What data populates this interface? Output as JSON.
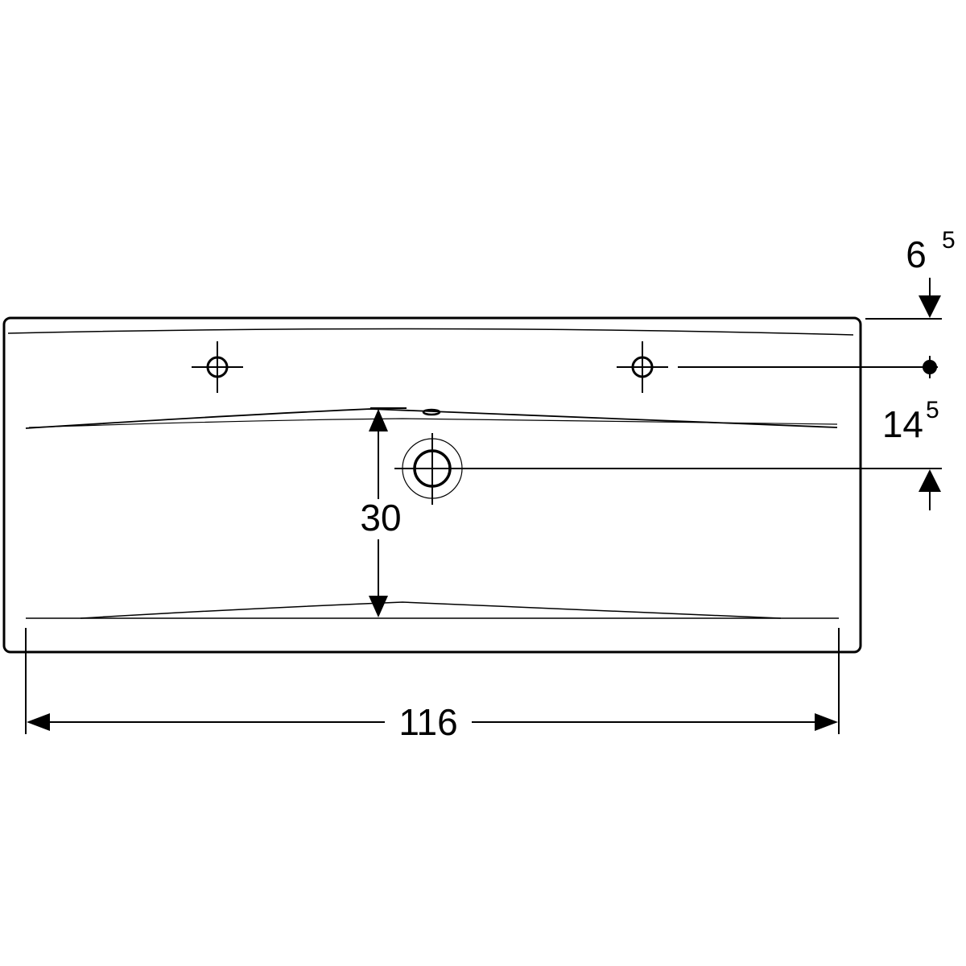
{
  "dimensions": {
    "width": "116",
    "bowl_depth": "30",
    "top_offset_main": "6",
    "top_offset_sup": "5",
    "drain_offset_main": "14",
    "drain_offset_sup": "5"
  },
  "colors": {
    "line": "#000000",
    "background": "#ffffff"
  }
}
